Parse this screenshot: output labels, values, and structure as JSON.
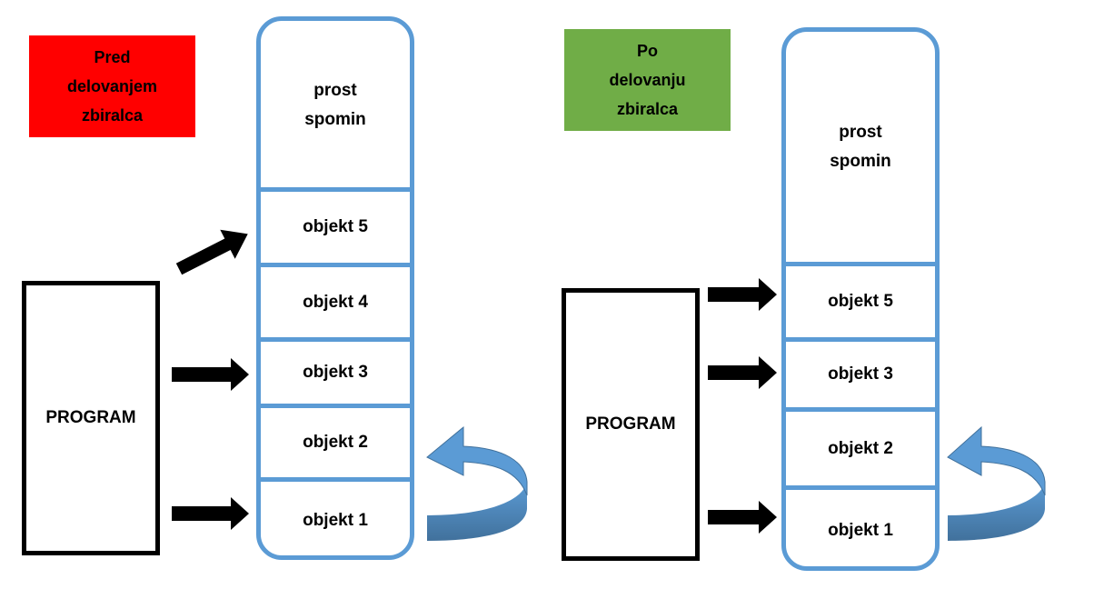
{
  "left": {
    "label_lines": [
      "Pred",
      "delovanjem",
      "zbiralca"
    ],
    "label_color": "#ff0000",
    "program": "PROGRAM",
    "free_memory_lines": [
      "prost",
      "spomin"
    ],
    "objects": [
      "objekt 5",
      "objekt 4",
      "objekt 3",
      "objekt 2",
      "objekt 1"
    ]
  },
  "right": {
    "label_lines": [
      "Po",
      "delovanju",
      "zbiralca"
    ],
    "label_color": "#70ad47",
    "program": "PROGRAM",
    "free_memory_lines": [
      "prost",
      "spomin"
    ],
    "objects": [
      "objekt 5",
      "objekt 3",
      "objekt 2",
      "objekt 1"
    ]
  },
  "colors": {
    "memory_border": "#5b9bd5",
    "arrow": "#000000",
    "curved_arrow": "#5b9bd5"
  }
}
